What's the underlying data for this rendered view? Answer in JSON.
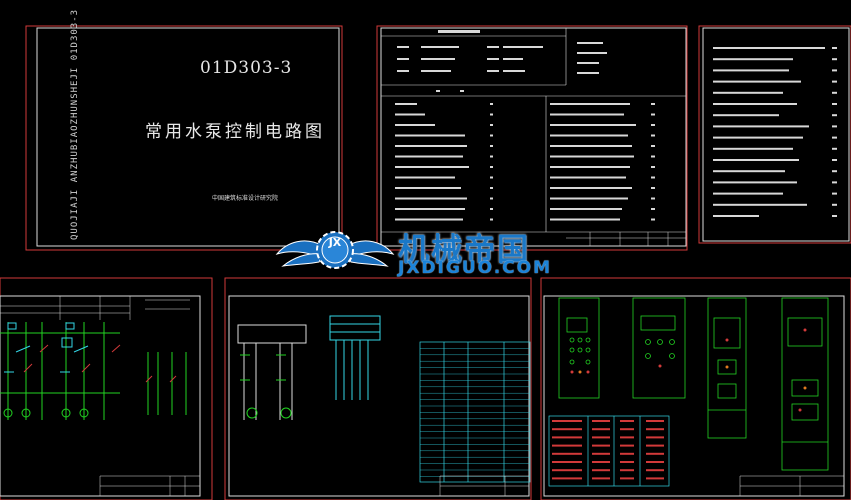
{
  "cover": {
    "code": "01D303-3",
    "title": "常用水泵控制电路图",
    "vertical_text": "QUOJIAJI ANZHUBIAOZHUNSHEJI 01D303-3",
    "publisher": "中国建筑标准设计研究院"
  },
  "watermark": {
    "brand_cn": "机械帝国",
    "brand_url": "JXDIGUO.COM",
    "emblem_text": "JX",
    "icon": "gear-wings-icon"
  },
  "colors": {
    "background": "#000000",
    "frame": "#d23a3a",
    "sheet_border": "#ffffff",
    "line_green": "#22d422",
    "line_cyan": "#33d6e6",
    "line_white": "#dcdcdc",
    "brand_blue": "#1a78c8"
  }
}
